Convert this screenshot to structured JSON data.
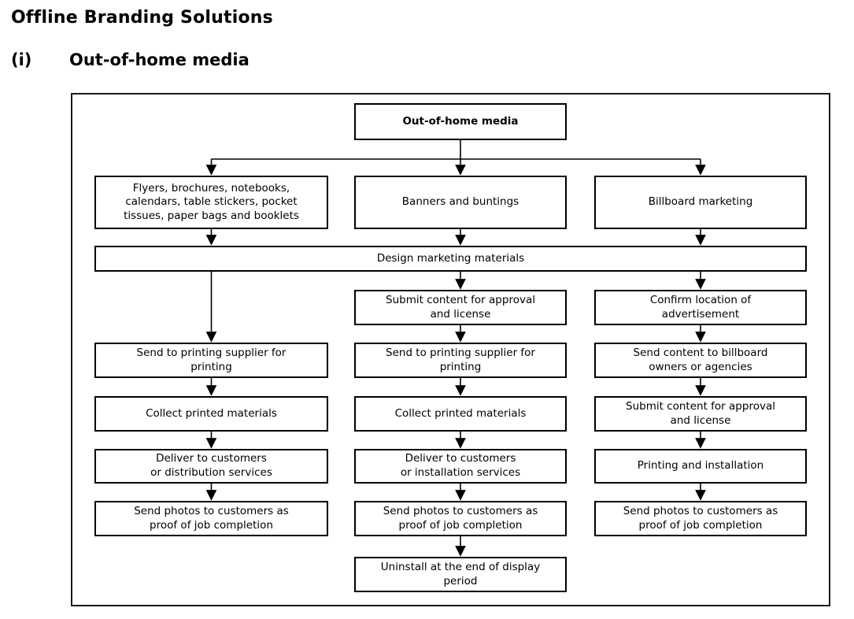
{
  "page": {
    "title": "Offline Branding Solutions",
    "section_number": "(i)",
    "section_title": "Out-of-home media"
  },
  "flowchart": {
    "root": "Out-of-home media",
    "branches": [
      "Flyers, brochures, notebooks,\ncalendars, table stickers, pocket\ntissues, paper bags and booklets",
      "Banners and buntings",
      "Billboard marketing"
    ],
    "shared_step": "Design marketing materials",
    "left_column": [
      "Send to printing supplier for\nprinting",
      "Collect printed materials",
      "Deliver to customers\nor distribution services",
      "Send photos to customers as\nproof of job completion"
    ],
    "middle_column": [
      "Submit content for approval\nand license",
      "Send to printing supplier for\nprinting",
      "Collect printed materials",
      "Deliver to customers\nor installation services",
      "Send photos to customers as\nproof of job completion",
      "Uninstall at the end of display\nperiod"
    ],
    "right_column": [
      "Confirm location of\nadvertisement",
      "Send content to billboard\nowners or agencies",
      "Submit content for approval\nand license",
      "Printing and installation",
      "Send photos to customers as\nproof of job completion"
    ]
  }
}
